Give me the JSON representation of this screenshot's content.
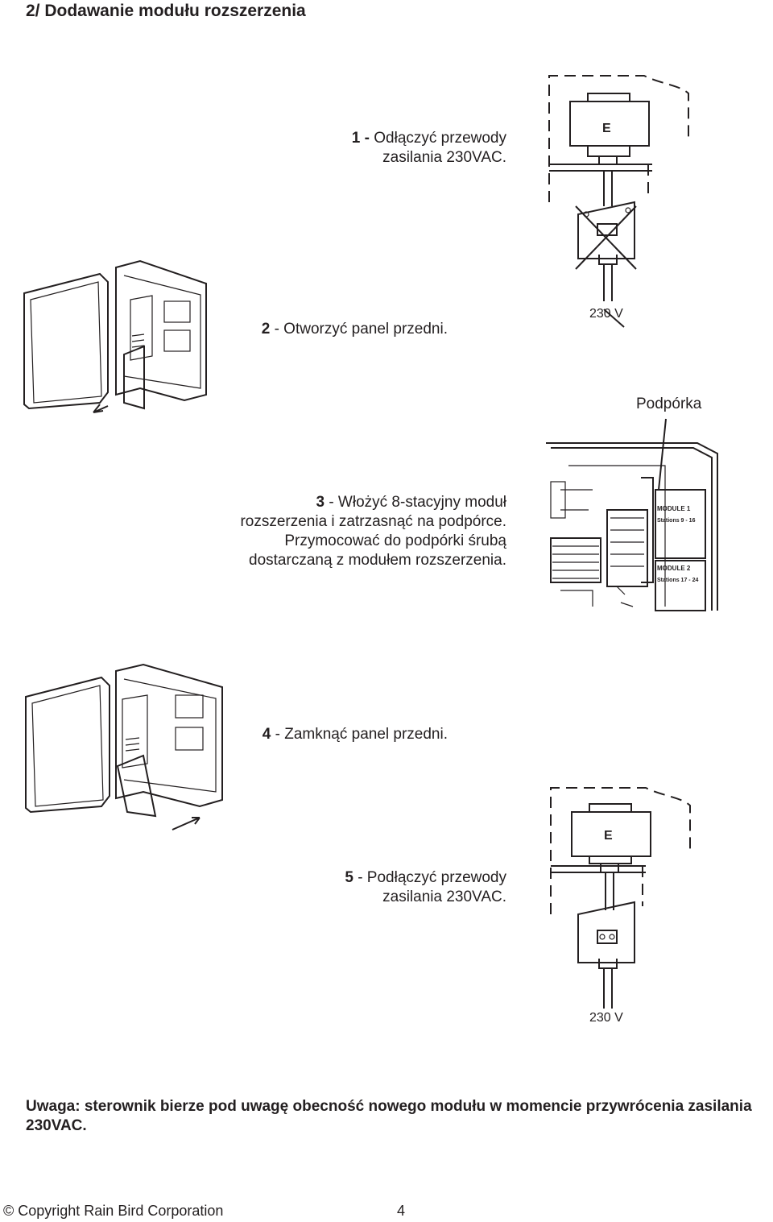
{
  "page": {
    "title": "2/ Dodawanie modułu rozszerzenia",
    "steps": [
      {
        "num": "1 -",
        "line1": "Odłączyć przewody",
        "line2": "zasilania 230VAC."
      },
      {
        "num": "2",
        "line1": "- Otworzyć panel przedni."
      },
      {
        "num": "3",
        "line1": "- Włożyć 8-stacyjny moduł",
        "line2": "rozszerzenia i zatrzasnąć na podpórce.",
        "line3": "Przymocować do podpórki śrubą",
        "line4": "dostarczaną z modułem rozszerzenia."
      },
      {
        "num": "4",
        "line1": "- Zamknąć panel przedni."
      },
      {
        "num": "5",
        "line1": "- Podłączyć przewody",
        "line2": "zasilania 230VAC."
      }
    ],
    "labels": {
      "support": "Podpórka",
      "voltage": "230 V",
      "transformer": "E",
      "module1": "MODULE 1",
      "module2": "MODULE 2",
      "stations1": "Stations 9 - 16",
      "stations2": "Stations 17 - 24"
    },
    "note": "Uwaga: sterownik bierze pod uwagę obecność nowego modułu w momencie przywrócenia zasilania 230VAC.",
    "footer": {
      "copyright": "© Copyright Rain Bird Corporation",
      "page_number": "4"
    }
  }
}
